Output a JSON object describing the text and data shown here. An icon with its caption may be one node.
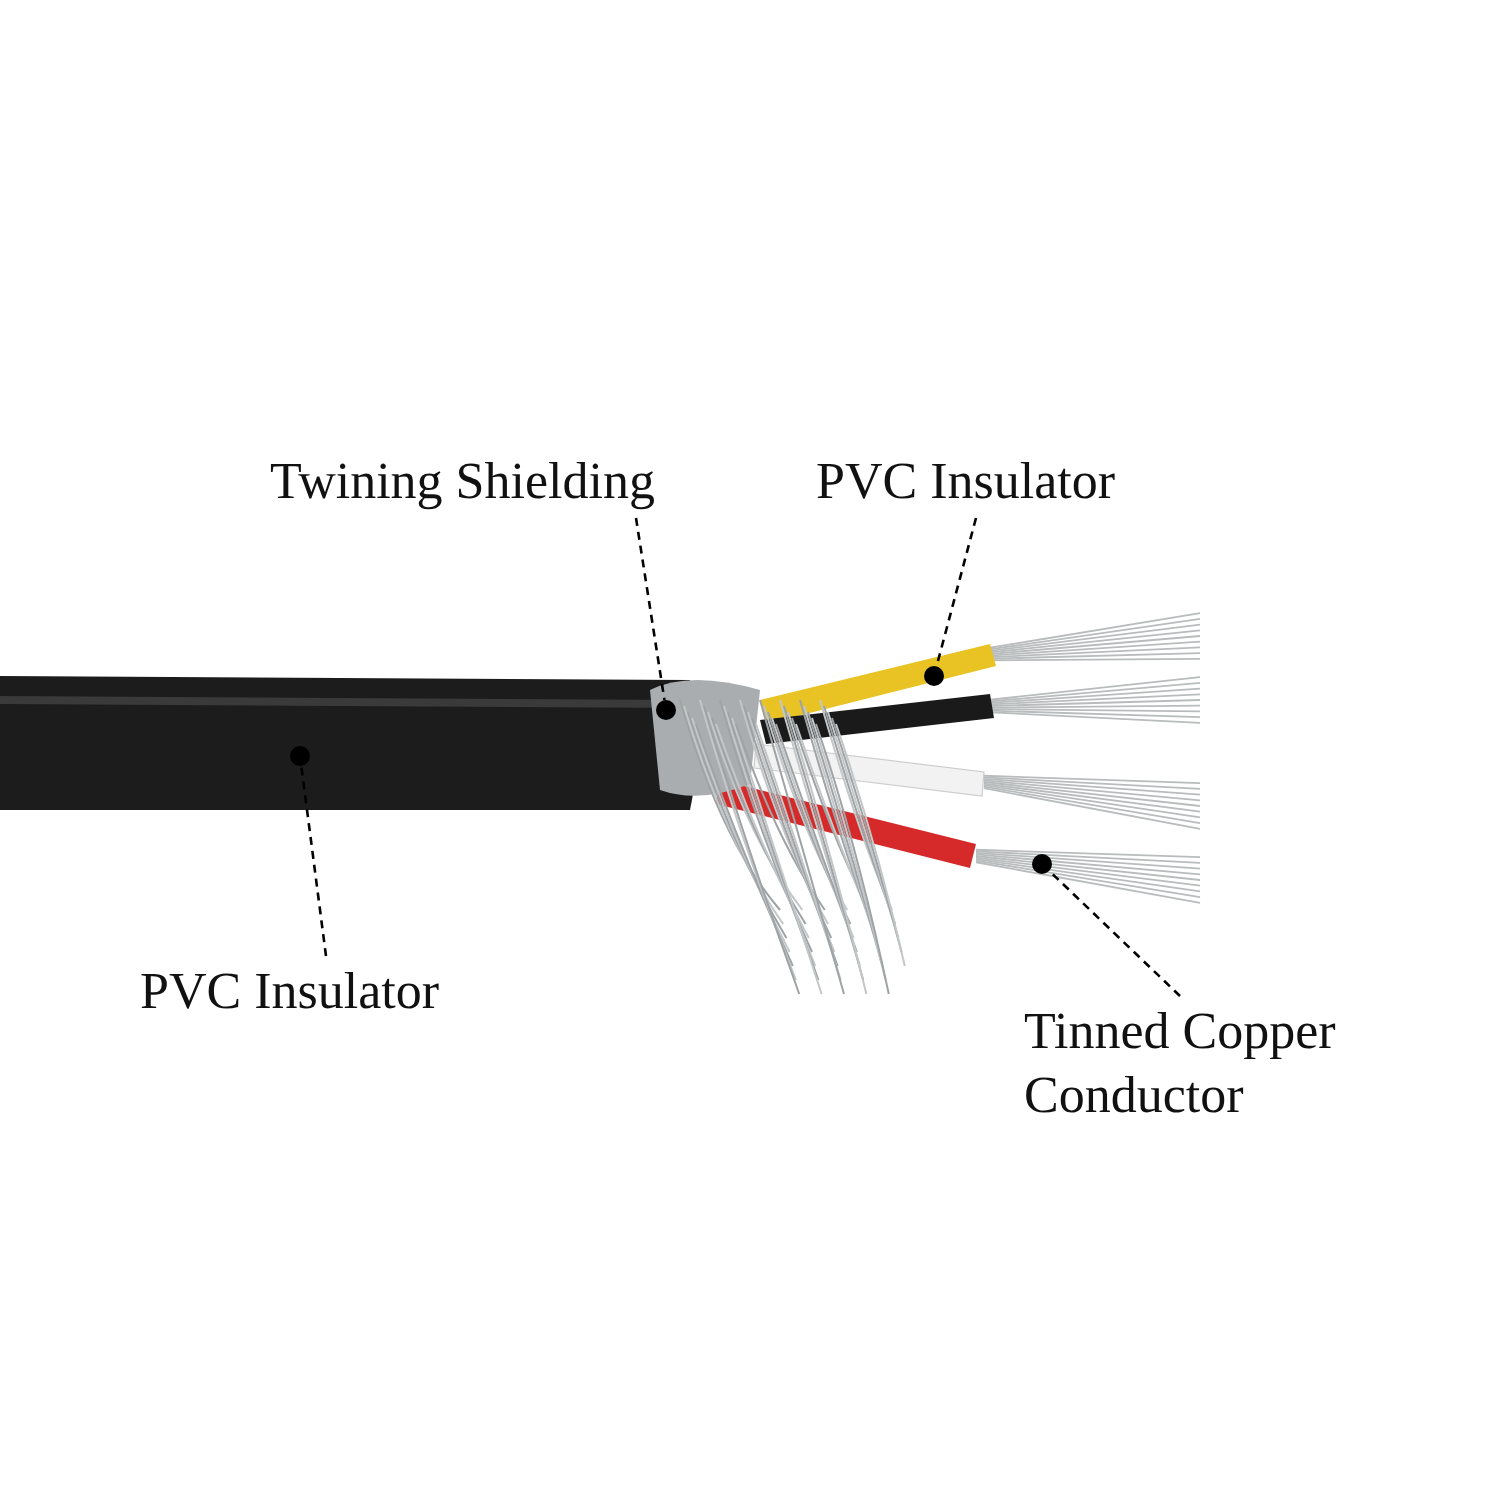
{
  "diagram": {
    "nodes": [
      {
        "text": [
          "Twining Shielding"
        ]
      },
      {
        "text": [
          "PVC Insulator"
        ]
      },
      {
        "text": [
          "PVC Insulator"
        ]
      },
      {
        "text": [
          "Tinned Copper Conductor"
        ]
      },
      {
        "text": [],
        "shape": "circle"
      },
      {
        "text": [],
        "shape": "circle"
      },
      {
        "text": [],
        "shape": "circle"
      },
      {
        "text": [],
        "shape": "circle"
      }
    ],
    "edges": [
      {
        "from": 0,
        "to": 5,
        "arrow": "none",
        "style": "dashed"
      },
      {
        "from": 1,
        "to": 6,
        "arrow": "none",
        "style": "dashed"
      },
      {
        "from": 2,
        "to": 4,
        "arrow": "none",
        "style": "dashed"
      },
      {
        "from": 3,
        "to": 7,
        "arrow": "none",
        "style": "dashed"
      }
    ]
  }
}
